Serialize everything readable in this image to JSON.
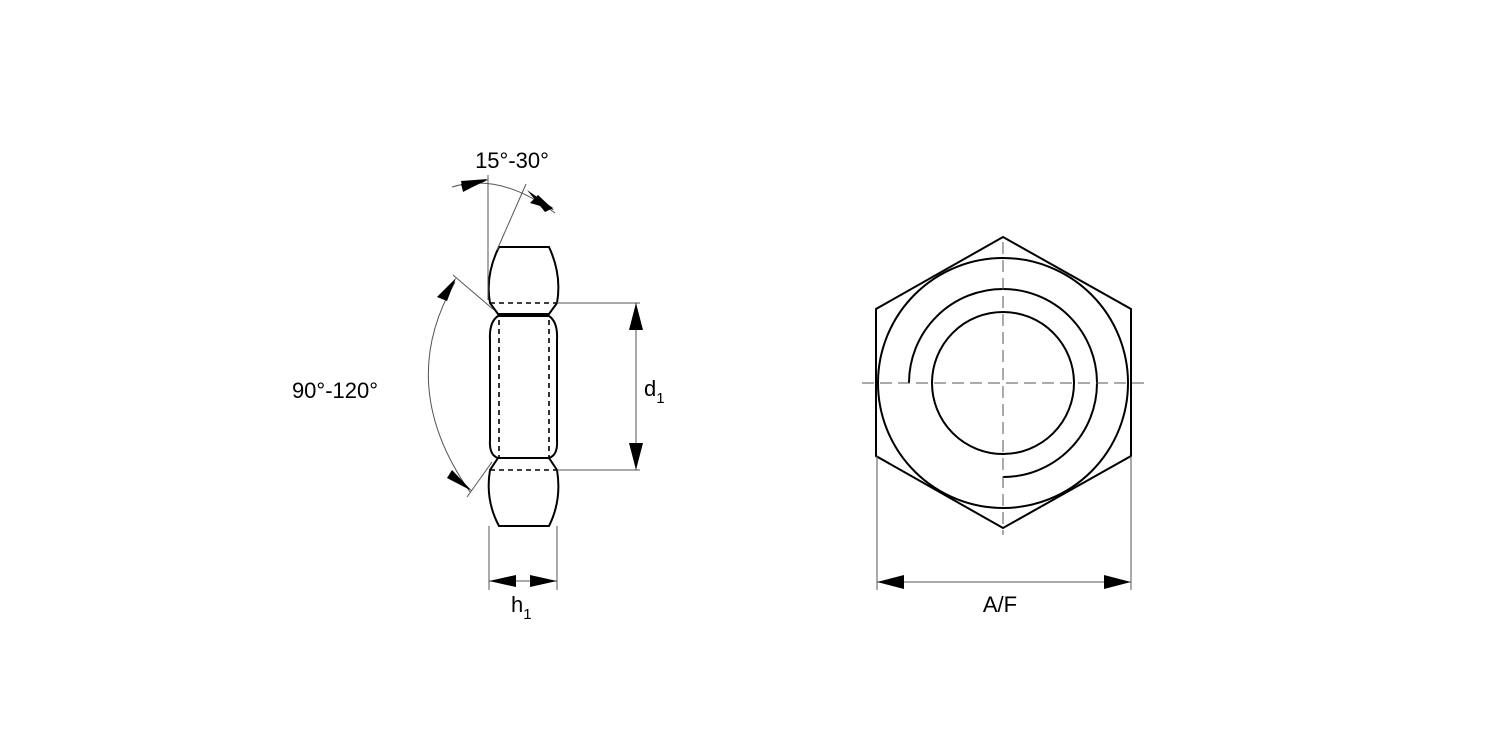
{
  "labels": {
    "chamfer_angle": "15°-30°",
    "countersink_angle": "90°-120°",
    "thread_diameter": "d",
    "thread_diameter_sub": "1",
    "height": "h",
    "height_sub": "1",
    "across_flats": "A/F"
  },
  "colors": {
    "line": "#000000",
    "dimension": "#555555",
    "background": "#ffffff"
  }
}
